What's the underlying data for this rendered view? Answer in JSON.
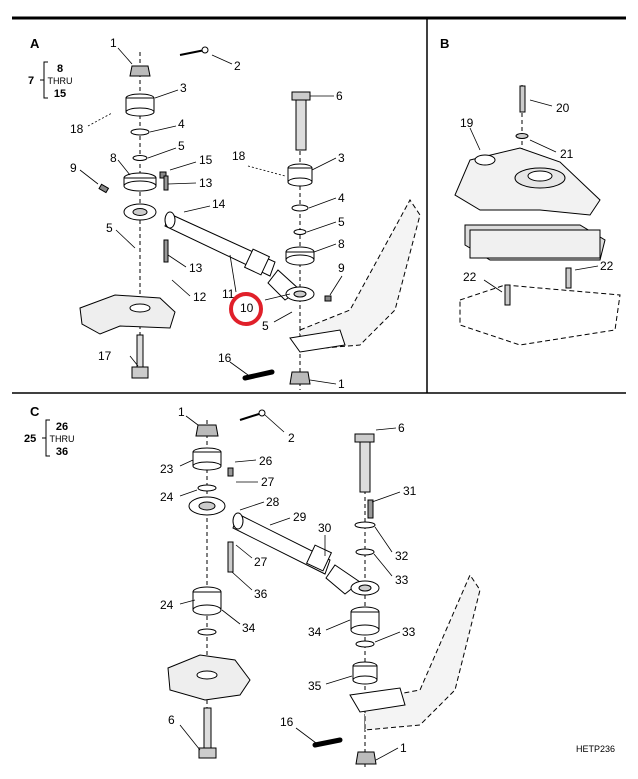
{
  "panels": {
    "a": "A",
    "b": "B",
    "c": "C"
  },
  "group_a": {
    "lead": "7",
    "from": "8",
    "thru": "THRU",
    "to": "15"
  },
  "group_c": {
    "lead": "25",
    "from": "26",
    "thru": "THRU",
    "to": "36"
  },
  "callouts_a": [
    "1",
    "2",
    "3",
    "18",
    "4",
    "8",
    "5",
    "15",
    "13",
    "9",
    "14",
    "5",
    "13",
    "12",
    "11",
    "10",
    "9",
    "5",
    "17",
    "16",
    "1",
    "6",
    "18",
    "3",
    "4",
    "5",
    "8"
  ],
  "callouts_b": [
    "20",
    "19",
    "21",
    "22",
    "22"
  ],
  "callouts_c": [
    "1",
    "2",
    "23",
    "26",
    "24",
    "27",
    "28",
    "29",
    "6",
    "31",
    "30",
    "32",
    "33",
    "27",
    "36",
    "24",
    "34",
    "34",
    "33",
    "35",
    "6",
    "16",
    "1"
  ],
  "figure_code": "HETP236",
  "highlight": {
    "target": "10",
    "color": "#e0202a"
  }
}
